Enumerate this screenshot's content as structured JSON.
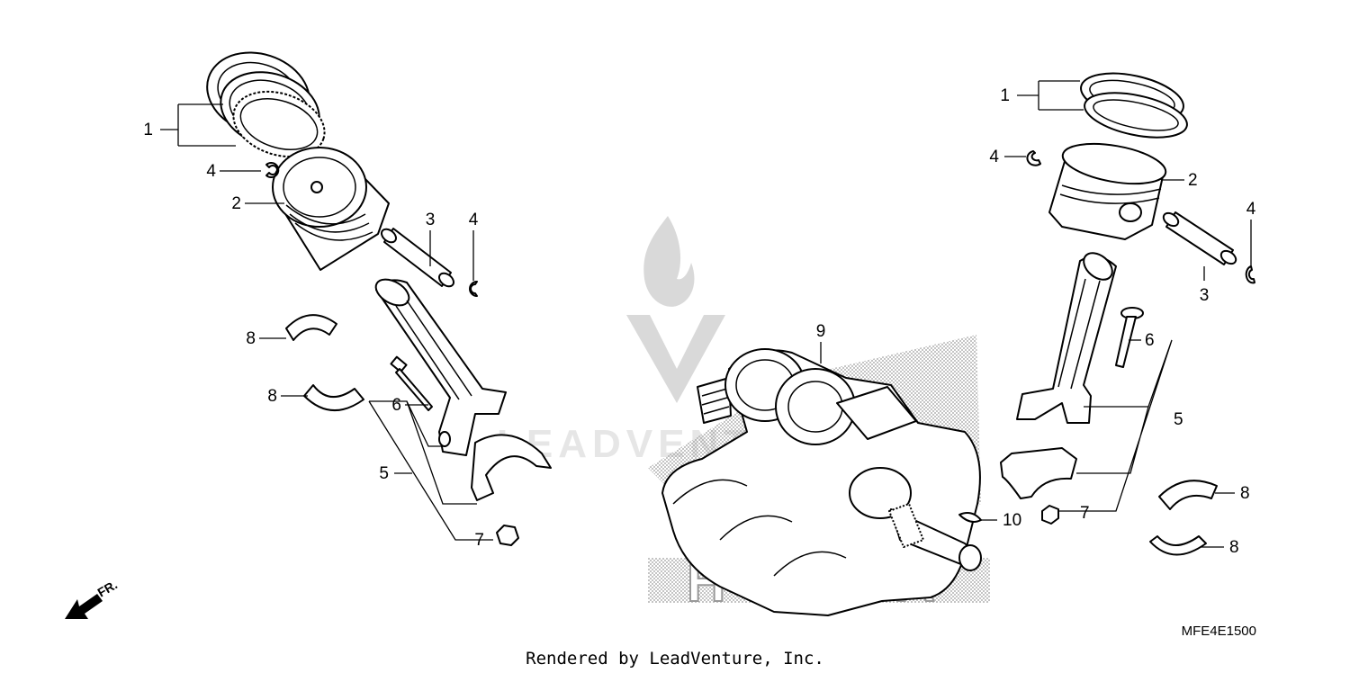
{
  "diagram": {
    "watermark": "LEADVENTURE",
    "brand_watermark": "HONDA",
    "direction_label": "FR.",
    "diagram_code": "MFE4E1500",
    "footer": "Rendered by LeadVenture, Inc."
  },
  "callouts": {
    "left_piston_rings": "1",
    "left_piston": "2",
    "left_piston_pin": "3",
    "left_clip_a": "4",
    "left_clip_b": "4",
    "left_conrod": "5",
    "left_bolt": "6",
    "left_nut": "7",
    "left_bearing_a": "8",
    "left_bearing_b": "8",
    "crankshaft": "9",
    "key": "10",
    "right_piston_rings": "1",
    "right_piston": "2",
    "right_piston_pin": "3",
    "right_clip_a": "4",
    "right_clip_b": "4",
    "right_conrod": "5",
    "right_bolt": "6",
    "right_nut": "7",
    "right_bearing_a": "8",
    "right_bearing_b": "8"
  }
}
